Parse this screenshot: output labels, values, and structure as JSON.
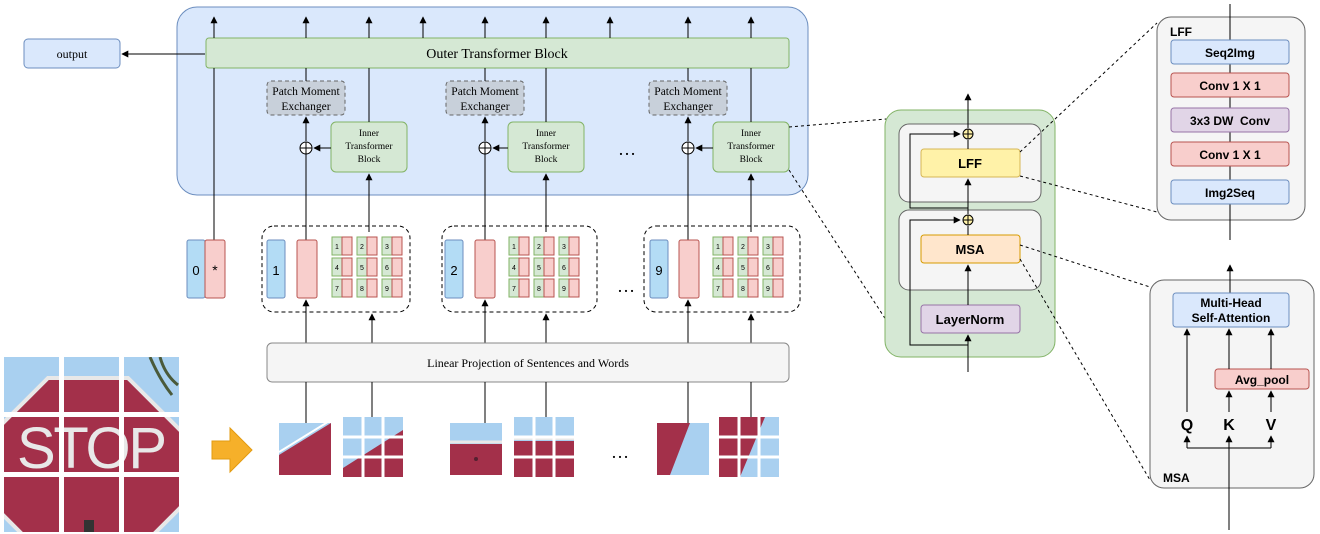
{
  "output_label": "output",
  "outer_block_label": "Outer Transformer Block",
  "pme_line1": "Patch Moment",
  "pme_line2": "Exchanger",
  "itb_line1": "Inner",
  "itb_line2": "Transformer",
  "itb_line3": "Block",
  "linear_proj_label": "Linear Projection of Sentences and Words",
  "ellipsis": "…",
  "class_index": "0",
  "class_star": "*",
  "patch_indices": [
    "1",
    "2",
    "9"
  ],
  "word_indices": [
    "1",
    "2",
    "3",
    "4",
    "5",
    "6",
    "7",
    "8",
    "9"
  ],
  "stop_sign_text": "STOP",
  "detail": {
    "lff": "LFF",
    "msa": "MSA",
    "layernorm": "LayerNorm"
  },
  "lff_panel": {
    "title": "LFF",
    "items": [
      "Seq2Img",
      "Conv 1 X 1",
      "3x3 DW  Conv",
      "Conv 1 X 1",
      "Img2Seq"
    ]
  },
  "msa_panel": {
    "title": "MSA",
    "mhsa_line1": "Multi-Head",
    "mhsa_line2": "Self-Attention",
    "avg_pool": "Avg_pool",
    "q": "Q",
    "k": "K",
    "v": "V"
  },
  "colors": {
    "outer_bg": "#dae8fc",
    "outer_border": "#6c8ebf",
    "green_fill": "#d5e8d4",
    "green_border": "#82b366",
    "red_fill": "#f8cecc",
    "red_border": "#b85450",
    "blue_token": "#b3dcf5",
    "grey_fill": "#f5f5f5",
    "pme_fill": "#c8d0da",
    "yellow_fill": "#fff2a8",
    "yellow_border": "#d6b656",
    "purple_fill": "#e1d5e7",
    "purple_border": "#9673a6",
    "sky": "#a9d0f0",
    "sign_red": "#a3304a",
    "orange_arrow": "#f6b02a"
  }
}
